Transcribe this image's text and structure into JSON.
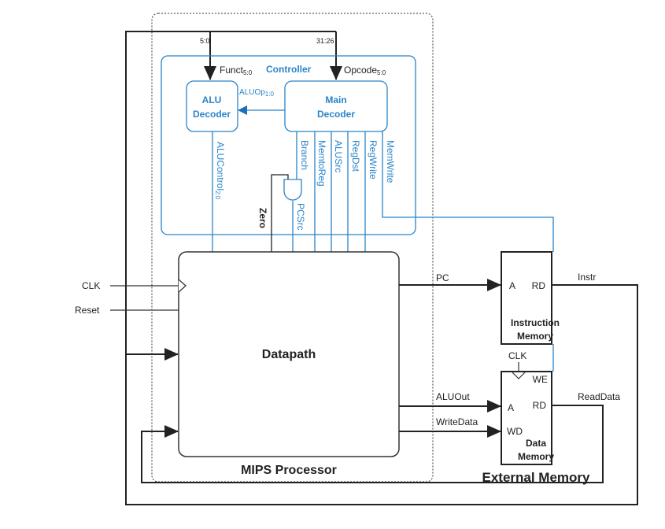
{
  "colors": {
    "wire": "#222222",
    "control": "#2a84c9"
  },
  "processor": {
    "label": "MIPS Processor"
  },
  "controller": {
    "label": "Controller",
    "funct": {
      "name": "Funct",
      "sub": "5:0",
      "bits": "5:0"
    },
    "opcode": {
      "name": "Opcode",
      "sub": "5:0",
      "bits": "31:26"
    },
    "alu_decoder": {
      "line1": "ALU",
      "line2": "Decoder"
    },
    "main_decoder": {
      "line1": "Main",
      "line2": "Decoder"
    },
    "aluop": {
      "name": "ALUOp",
      "sub": "1:0"
    },
    "alucontrol": {
      "name": "ALUControl",
      "sub": "2:0"
    },
    "signals": {
      "branch": "Branch",
      "memtoreg": "MemtoReg",
      "alusrc": "ALUSrc",
      "regdst": "RegDst",
      "regwrite": "RegWrite",
      "memwrite": "MemWrite",
      "pcsrc": "PCSrc",
      "zero": "Zero"
    }
  },
  "datapath": {
    "label": "Datapath",
    "clk": "CLK",
    "reset": "Reset"
  },
  "wires": {
    "pc": "PC",
    "instr": "Instr",
    "aluout": "ALUOut",
    "writedata": "WriteData",
    "readdata": "ReadData"
  },
  "external_memory": {
    "label": "External Memory",
    "instruction_memory": {
      "port_a": "A",
      "port_rd": "RD",
      "line1": "Instruction",
      "line2": "Memory"
    },
    "data_memory": {
      "clk": "CLK",
      "port_we": "WE",
      "port_a": "A",
      "port_rd": "RD",
      "port_wd": "WD",
      "line1": "Data",
      "line2": "Memory"
    }
  }
}
